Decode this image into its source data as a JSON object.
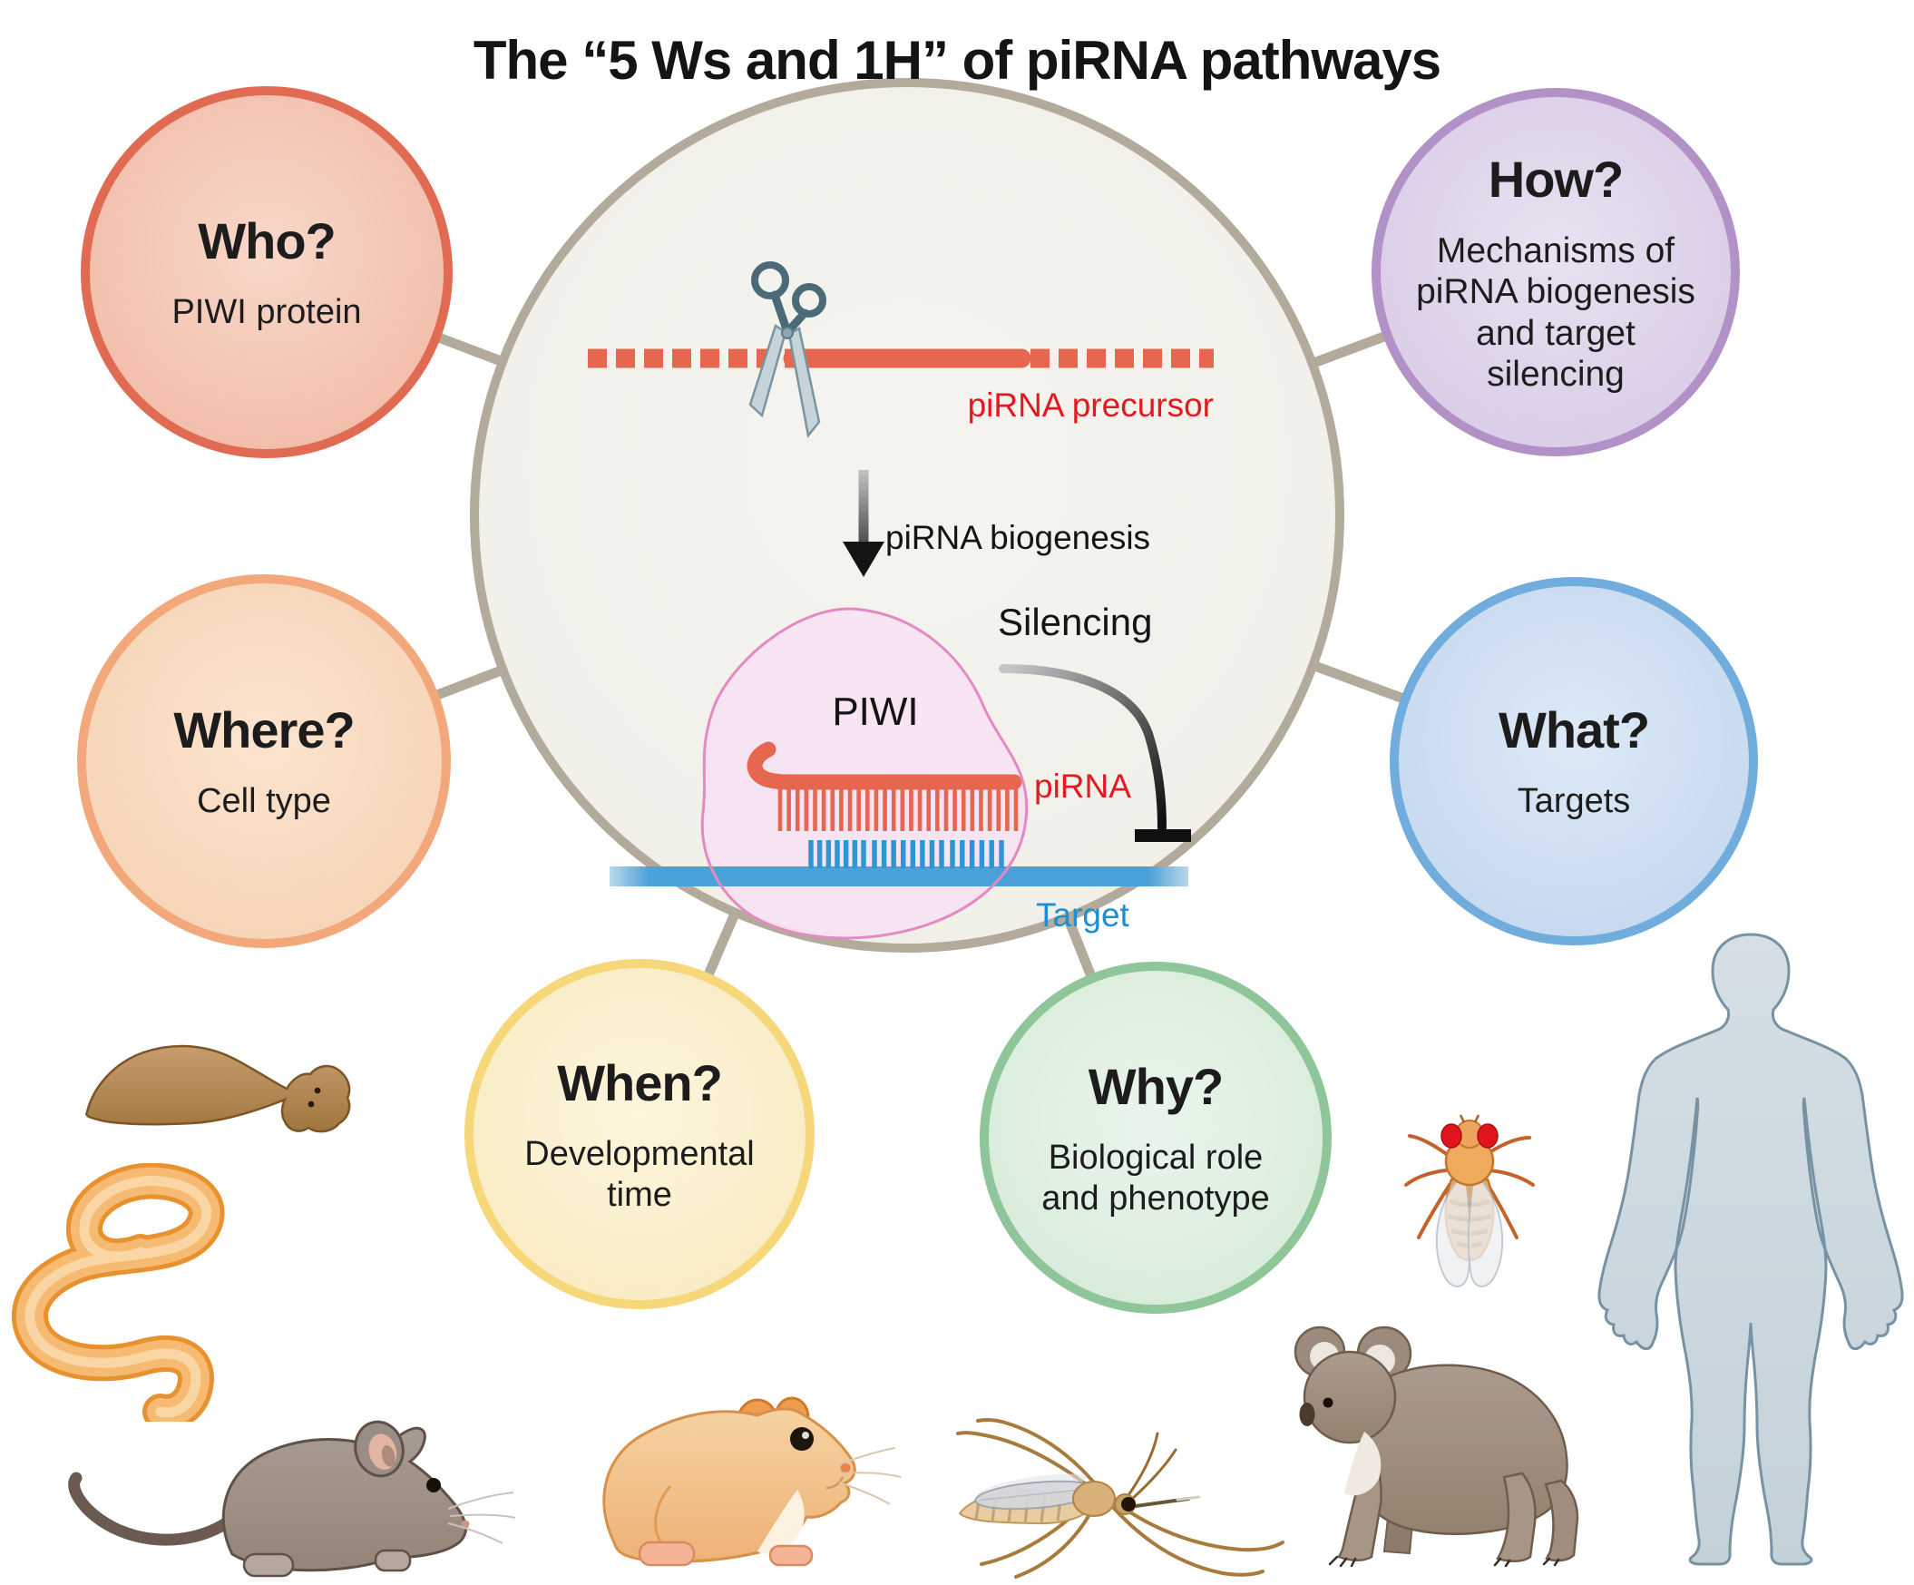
{
  "title": "The “5 Ws and 1H” of piRNA pathways",
  "bubbles": [
    {
      "question": "Who?",
      "answer": "PIWI protein",
      "border_color": "#e16a52",
      "fill_color": "#f2bda9"
    },
    {
      "question": "How?",
      "answer": "Mechanisms of\npiRNA biogenesis\nand target\nsilencing",
      "border_color": "#b191c6",
      "fill_color": "#d9cde7"
    },
    {
      "question": "Where?",
      "answer": "Cell type",
      "border_color": "#f2a87a",
      "fill_color": "#f7d4b6"
    },
    {
      "question": "What?",
      "answer": "Targets",
      "border_color": "#70acdc",
      "fill_color": "#c6d9ef"
    },
    {
      "question": "When?",
      "answer": "Developmental\ntime",
      "border_color": "#f6d87a",
      "fill_color": "#f9ecc4"
    },
    {
      "question": "Why?",
      "answer": "Biological role\nand phenotype",
      "border_color": "#8ec69a",
      "fill_color": "#d8ecda"
    }
  ],
  "central_diagram": {
    "precursor_label": "piRNA precursor",
    "biogenesis_label": "piRNA biogenesis",
    "piwi_label": "PIWI",
    "silencing_label": "Silencing",
    "pirna_label": "piRNA",
    "target_label": "Target",
    "colors": {
      "strand_red": "#e5674f",
      "label_red": "#e5171f",
      "target_blue": "#1d8ed2",
      "tick_blue": "#2e96d2",
      "piwi_pink_fill": "#f7e3f2",
      "piwi_pink_stroke": "#e489c4",
      "hub_border": "#b2aa9b",
      "hub_fill": "#f2f1ec"
    }
  },
  "organisms": [
    {
      "icon": "planarian-flatworm-icon"
    },
    {
      "icon": "nematode-worm-icon"
    },
    {
      "icon": "mouse-icon"
    },
    {
      "icon": "hamster-icon"
    },
    {
      "icon": "mosquito-icon"
    },
    {
      "icon": "fruit-fly-icon"
    },
    {
      "icon": "koala-icon"
    },
    {
      "icon": "human-silhouette-icon"
    }
  ]
}
